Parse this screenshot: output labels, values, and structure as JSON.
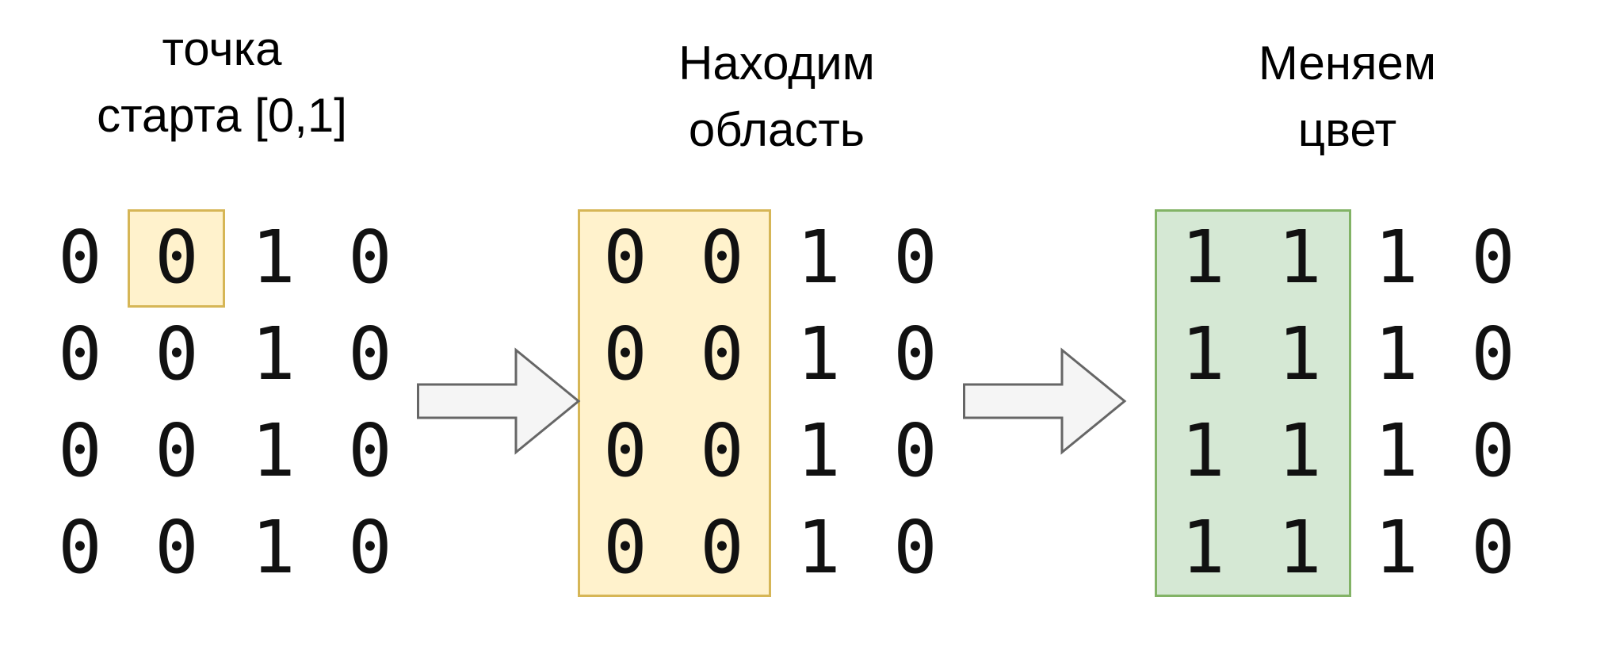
{
  "panels": [
    {
      "title_lines": [
        "точка",
        "старта [0,1]"
      ],
      "grid": [
        [
          "0",
          "0",
          "1",
          "0"
        ],
        [
          "0",
          "0",
          "1",
          "0"
        ],
        [
          "0",
          "0",
          "1",
          "0"
        ],
        [
          "0",
          "0",
          "1",
          "0"
        ]
      ]
    },
    {
      "title_lines": [
        "Находим",
        "область"
      ],
      "grid": [
        [
          "0",
          "0",
          "1",
          "0"
        ],
        [
          "0",
          "0",
          "1",
          "0"
        ],
        [
          "0",
          "0",
          "1",
          "0"
        ],
        [
          "0",
          "0",
          "1",
          "0"
        ]
      ]
    },
    {
      "title_lines": [
        "Меняем",
        "цвет"
      ],
      "grid": [
        [
          "1",
          "1",
          "1",
          "0"
        ],
        [
          "1",
          "1",
          "1",
          "0"
        ],
        [
          "1",
          "1",
          "1",
          "0"
        ],
        [
          "1",
          "1",
          "1",
          "0"
        ]
      ]
    }
  ],
  "colors": {
    "yellow_fill": "#fff2cc",
    "yellow_border": "#d6b656",
    "green_fill": "#d5e8d4",
    "green_border": "#82b366",
    "arrow_fill": "#f5f5f5",
    "arrow_border": "#666666"
  }
}
